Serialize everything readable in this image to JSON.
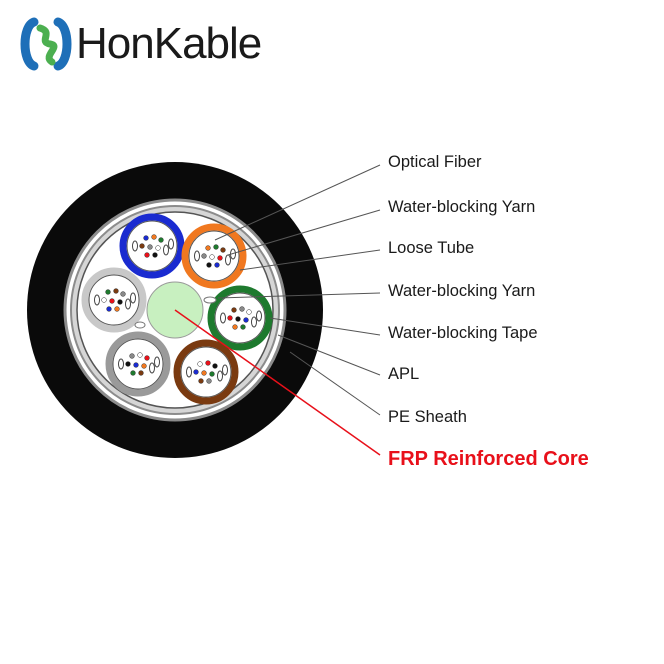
{
  "brand": {
    "name": "HonKable",
    "accent_colors": [
      "#1e6fb8",
      "#4caf50"
    ]
  },
  "labels": [
    {
      "key": "optical_fiber",
      "text": "Optical Fiber"
    },
    {
      "key": "water_blocking_yarn_outer",
      "text": "Water-blocking Yarn"
    },
    {
      "key": "loose_tube",
      "text": "Loose Tube"
    },
    {
      "key": "water_blocking_yarn_inner",
      "text": "Water-blocking Yarn"
    },
    {
      "key": "water_blocking_tape",
      "text": "Water-blocking Tape"
    },
    {
      "key": "apl",
      "text": "APL"
    },
    {
      "key": "pe_sheath",
      "text": "PE Sheath"
    },
    {
      "key": "frp_core",
      "text": "FRP Reinforced Core"
    }
  ],
  "colors": {
    "sheath": "#0a0a0a",
    "apl": "#b8b8b8",
    "frp_core": "#c8f0c0",
    "highlight_line": "#e8101a",
    "tube_blue": "#1a2bd0",
    "tube_orange": "#f07820",
    "tube_green": "#1e7a2e",
    "tube_brown": "#7a3a10",
    "tube_gray": "#9a9a9a",
    "tube_white": "#c8c8c8"
  }
}
